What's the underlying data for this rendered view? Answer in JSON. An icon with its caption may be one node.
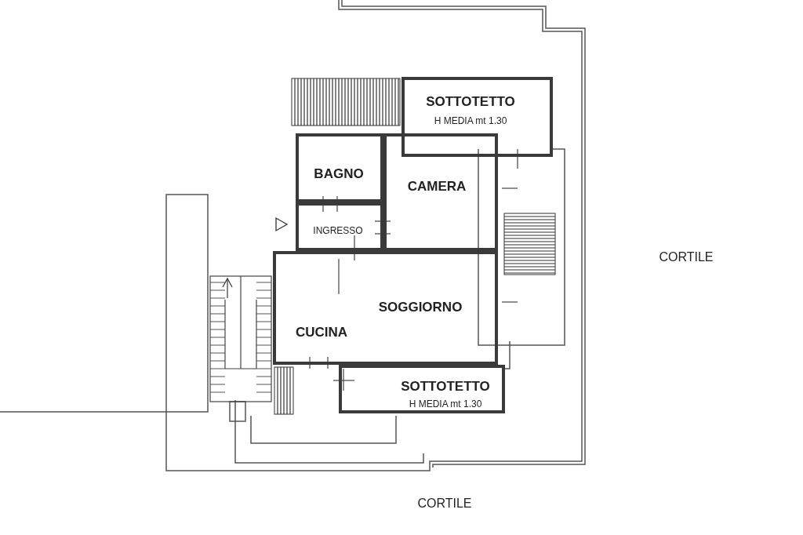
{
  "diagram": {
    "nodes": [
      {
        "text": [
          "SOTTOTETTO",
          "H MEDIA mt 1.30"
        ]
      },
      {
        "text": [
          "BAGNO"
        ]
      },
      {
        "text": [
          "CAMERA"
        ]
      },
      {
        "text": [
          "INGRESSO"
        ]
      },
      {
        "text": [
          "SOGGIORNO",
          "CUCINA"
        ]
      },
      {
        "text": [
          "SOTTOTETTO",
          "H MEDIA mt 1.30"
        ]
      }
    ],
    "labels": [
      "CORTILE",
      "CORTILE"
    ]
  }
}
